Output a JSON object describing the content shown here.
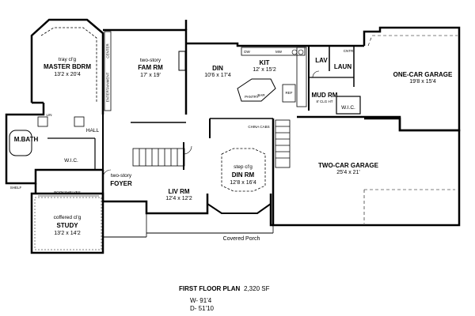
{
  "plan": {
    "title": "FIRST FLOOR PLAN",
    "area": "2,320 SF",
    "width": "W- 91'4",
    "depth": "D- 51'10"
  },
  "rooms": {
    "master_bdrm": {
      "ceiling": "tray cl'g",
      "name": "MASTER BDRM",
      "size": "13'2 x 20'4"
    },
    "fam_rm": {
      "note": "two-story",
      "name": "FAM RM",
      "size": "17' x 19'"
    },
    "din": {
      "name": "DIN",
      "size": "10'6 x 17'4"
    },
    "kit": {
      "name": "KIT",
      "size": "12' x 15'2"
    },
    "lav": {
      "name": "LAV"
    },
    "laun": {
      "name": "LAUN"
    },
    "one_car_garage": {
      "name": "ONE-CAR GARAGE",
      "size": "19'8 x 15'4"
    },
    "mud_rm": {
      "name": "MUD RM",
      "note": "8' CLG HT"
    },
    "wic_mud": {
      "name": "W.I.C."
    },
    "m_bath": {
      "name": "M.BATH"
    },
    "wic_master": {
      "name": "W.I.C."
    },
    "hall": {
      "name": "HALL"
    },
    "foyer": {
      "note": "two-story",
      "name": "FOYER"
    },
    "din_rm": {
      "ceiling": "step cl'g",
      "name": "DIN RM",
      "size": "12'8 x 16'4"
    },
    "liv_rm": {
      "name": "LIV RM",
      "size": "12'4 x 12'2"
    },
    "two_car_garage": {
      "name": "TWO-CAR GARAGE",
      "size": "25'4 x 21'"
    },
    "study": {
      "ceiling": "coffered cl'g",
      "name": "STUDY",
      "size": "13'2 x 14'2"
    },
    "covered_porch": {
      "name": "Covered Porch"
    }
  },
  "small_labels": {
    "lin": "LIN",
    "shelf": "SHELF",
    "bookshelves": "BOOKSHELVES",
    "china_cabs": "CHINA CABS",
    "bar": "BAR",
    "entertainment": "ENTERTAINMENT",
    "center": "CENTER",
    "ref": "REF",
    "cntr": "CNTR",
    "dw": "DW",
    "mw": "MW",
    "pantry": "PANTRY"
  }
}
